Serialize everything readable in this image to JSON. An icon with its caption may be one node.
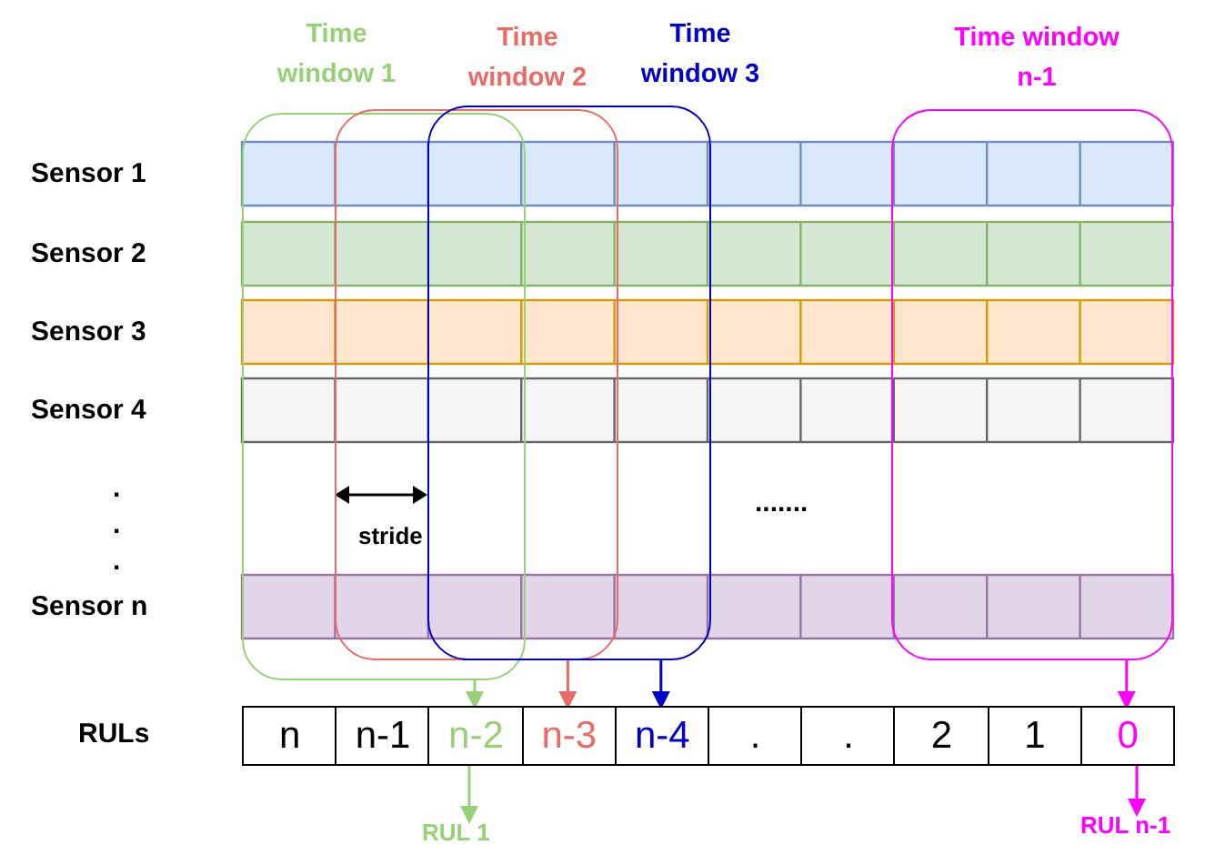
{
  "diagram": {
    "nodes": [
      {
        "text": [
          "Time window 1"
        ]
      },
      {
        "text": [
          "Time window 2"
        ]
      },
      {
        "text": [
          "Time window 3"
        ]
      },
      {
        "text": [
          "Time window n-1"
        ]
      },
      {
        "text": [
          "n"
        ]
      },
      {
        "text": [
          "n-1"
        ]
      },
      {
        "text": [
          "n-2"
        ]
      },
      {
        "text": [
          "n-3"
        ]
      },
      {
        "text": [
          "n-4"
        ]
      },
      {
        "text": [
          "."
        ]
      },
      {
        "text": [
          "."
        ]
      },
      {
        "text": [
          "2"
        ]
      },
      {
        "text": [
          "1"
        ]
      },
      {
        "text": [
          "0"
        ]
      },
      {
        "text": [
          "RUL 1"
        ]
      },
      {
        "text": [
          "RUL n-1"
        ]
      }
    ],
    "edges": [
      {
        "from": 0,
        "to": 6,
        "arrow": "to",
        "color": "#97d077"
      },
      {
        "from": 1,
        "to": 7,
        "arrow": "to",
        "color": "#ea6b66"
      },
      {
        "from": 2,
        "to": 8,
        "arrow": "to",
        "color": "#0000cc"
      },
      {
        "from": 3,
        "to": 13,
        "arrow": "to",
        "color": "#ff00ff"
      },
      {
        "from": 6,
        "to": 14,
        "arrow": "to",
        "color": "#97d077"
      },
      {
        "from": 13,
        "to": 15,
        "arrow": "to",
        "color": "#ff00ff"
      }
    ],
    "labels": [
      "Sensor 1",
      "Sensor 2",
      "Sensor 3",
      "Sensor 4",
      ".",
      ".",
      ".",
      "stride",
      ".......",
      "Sensor n",
      "RULs"
    ]
  }
}
